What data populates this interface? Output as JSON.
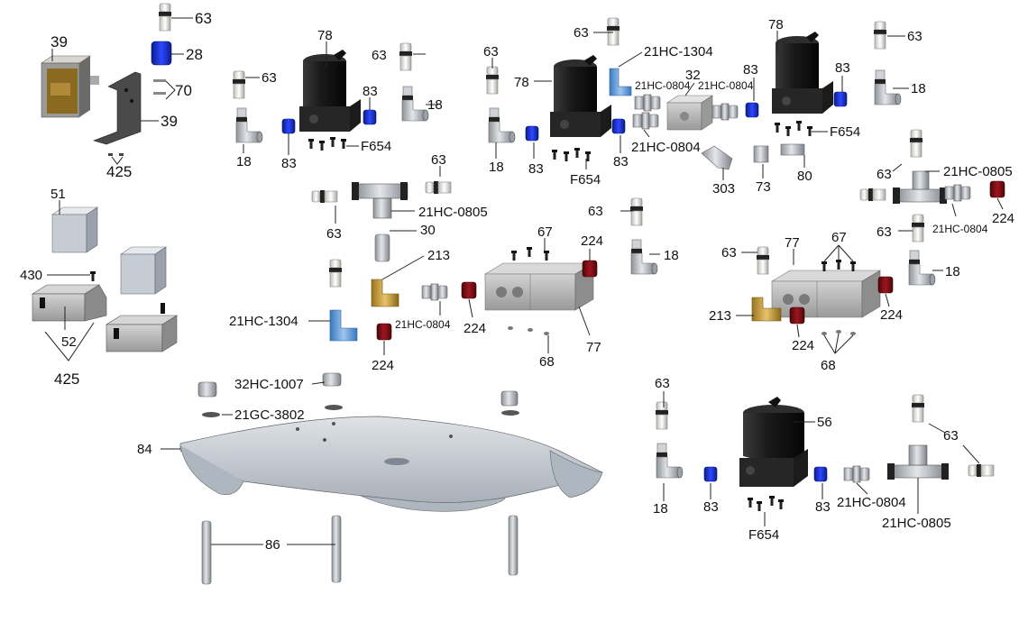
{
  "diagram": {
    "labels": {
      "l39a": "39",
      "l39b": "39",
      "l63_1": "63",
      "l28": "28",
      "l70": "70",
      "l425a": "425",
      "l63_2": "63",
      "l78a": "78",
      "l63_3": "63",
      "l83a": "83",
      "l18a": "18",
      "l83b": "83",
      "l18b": "18",
      "lF654a": "F654",
      "l63_4": "63",
      "l63_5": "63",
      "l21hc1304a": "21HC-1304",
      "l78b": "78",
      "l32": "32",
      "l21hc0804a": "21HC-0804",
      "l21hc0804b": "21HC-0804",
      "l83c": "83",
      "l78c": "78",
      "l63_6": "63",
      "l83d": "83",
      "l18c": "18",
      "l18d": "18",
      "l83e": "83",
      "l83f": "83",
      "lF654b": "F654",
      "l21hc0804c": "21HC-0804",
      "lF654c": "F654",
      "l303": "303",
      "l73": "73",
      "l80": "80",
      "l51": "51",
      "l430": "430",
      "l52": "52",
      "l425b": "425",
      "l63_7": "63",
      "l21hc0805a": "21HC-0805",
      "l63_8": "63",
      "l30": "30",
      "l213a": "213",
      "l21hc1304b": "21HC-1304",
      "l21hc0804d": "21HC-0804",
      "l224a": "224",
      "l224b": "224",
      "l67a": "67",
      "l224c": "224",
      "l63_9": "63",
      "l18e": "18",
      "l77a": "77",
      "l68a": "68",
      "l63_10": "63",
      "l21hc0805b": "21HC-0805",
      "l224d": "224",
      "l63_11": "63",
      "l21hc0804e": "21HC-0804",
      "l63_12": "63",
      "l77b": "77",
      "l67b": "67",
      "l18f": "18",
      "l213b": "213",
      "l224e": "224",
      "l224f": "224",
      "l68b": "68",
      "l32hc1007": "32HC-1007",
      "l21gc3802": "21GC-3802",
      "l84": "84",
      "l86": "86",
      "l63_13": "63",
      "l56": "56",
      "l63_14": "63",
      "l18g": "18",
      "l83g": "83",
      "l83h": "83",
      "lF654d": "F654",
      "l21hc0804f": "21HC-0804",
      "l21hc0805c": "21HC-0805"
    },
    "colors": {
      "solenoid_black": "#1e1e1e",
      "fitting_silver": "#b9bdc2",
      "fitting_white": "#eeeeea",
      "plug_blue": "#1a2fd0",
      "elbow_light_blue": "#5b9bd5",
      "plug_red": "#7a0d14",
      "brass": "#c9a24a",
      "block_grey": "#b7b7b7",
      "plate_grey": "#c6ccd4",
      "copper_coil": "#8a6a20"
    }
  }
}
